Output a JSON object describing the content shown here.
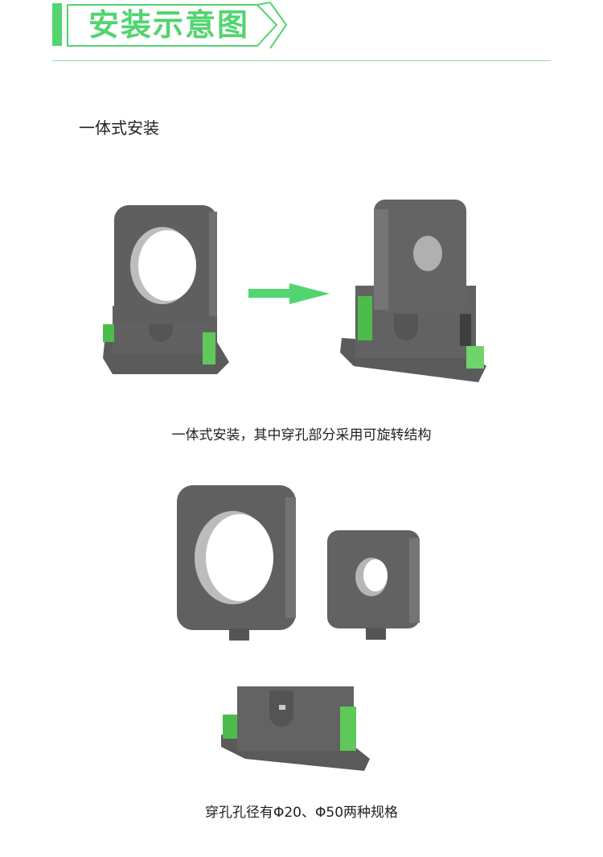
{
  "header": {
    "title": "安装示意图",
    "accent_color": "#52d46f"
  },
  "section": {
    "subtitle": "一体式安装"
  },
  "figures": [
    {
      "name": "integrated-sensor-open",
      "description": "Integrated current sensor with large round through-hole on DIN base"
    },
    {
      "name": "arrow",
      "icon": "arrow-right-icon",
      "color": "#52d46f"
    },
    {
      "name": "integrated-sensor-rotated",
      "description": "Integrated sensor with rotatable small through-hole module"
    },
    {
      "name": "phi50-module",
      "description": "Large through-hole sensor head (Φ50)"
    },
    {
      "name": "phi20-module",
      "description": "Small through-hole sensor head (Φ20)"
    },
    {
      "name": "din-base-module",
      "description": "DIN-rail base with green terminals"
    }
  ],
  "captions": {
    "caption1": "一体式安装，其中穿孔部分采用可旋转结构",
    "caption2": "穿孔孔径有Φ20、Φ50两种规格"
  }
}
